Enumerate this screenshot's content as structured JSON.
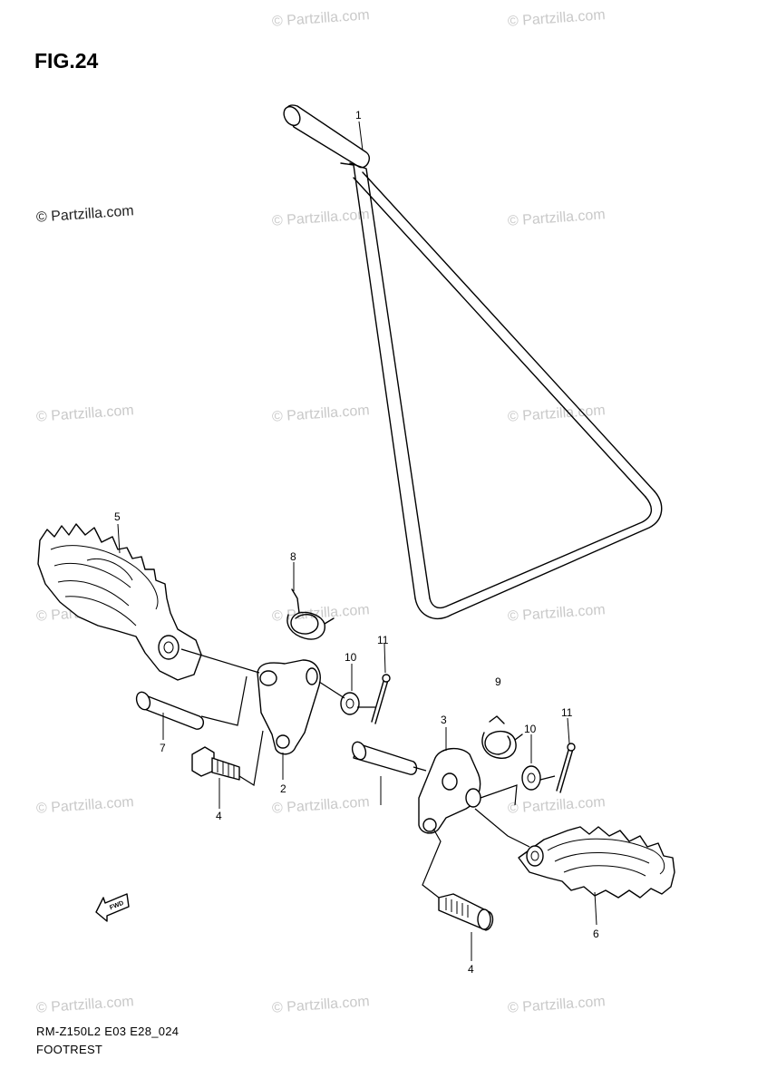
{
  "figure": {
    "title": "FIG.24",
    "code": "RM-Z150L2 E03 E28_024",
    "name": "FOOTREST"
  },
  "watermark": {
    "text": "© Partzilla.com",
    "dark_text": "© Partzilla.com"
  },
  "callouts": [
    {
      "id": "c1",
      "label": "1"
    },
    {
      "id": "c2",
      "label": "2"
    },
    {
      "id": "c3",
      "label": "3"
    },
    {
      "id": "c4a",
      "label": "4"
    },
    {
      "id": "c4b",
      "label": "4"
    },
    {
      "id": "c5",
      "label": "5"
    },
    {
      "id": "c6",
      "label": "6"
    },
    {
      "id": "c7",
      "label": "7"
    },
    {
      "id": "c8",
      "label": "8"
    },
    {
      "id": "c9",
      "label": "9"
    },
    {
      "id": "c10a",
      "label": "10"
    },
    {
      "id": "c10b",
      "label": "10"
    },
    {
      "id": "c11a",
      "label": "11"
    },
    {
      "id": "c11b",
      "label": "11"
    }
  ],
  "direction_marker": {
    "label": "FWD",
    "icon": "forward-arrow-icon"
  }
}
